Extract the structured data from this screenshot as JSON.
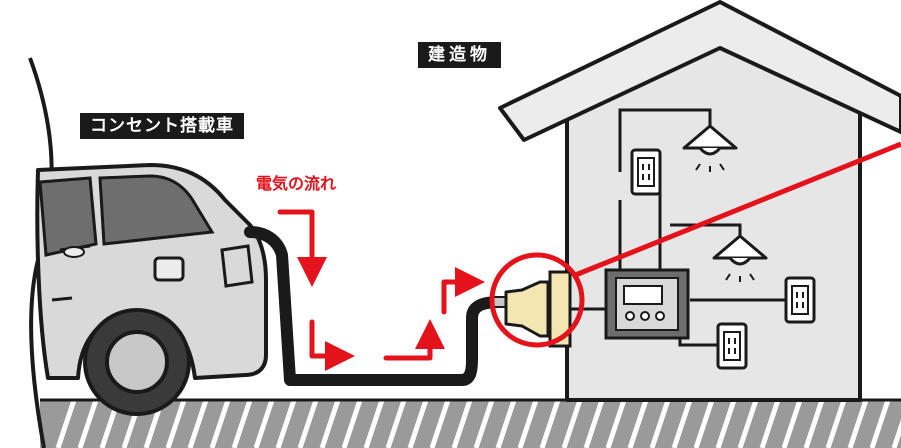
{
  "labels": {
    "building": "建造物",
    "car": "コンセント搭載車",
    "flow": "電気の流れ"
  },
  "colors": {
    "accent_red": "#e3121b",
    "outline": "#1a1a1a",
    "car_body": "#d9d9d9",
    "window_glass": "#6e6e6e",
    "plug_yellow": "#f3e6b0"
  },
  "icons": [
    "ceiling-lamp-icon",
    "wall-outlet-icon",
    "distribution-board-icon",
    "plug-icon",
    "flow-arrow-icon"
  ]
}
